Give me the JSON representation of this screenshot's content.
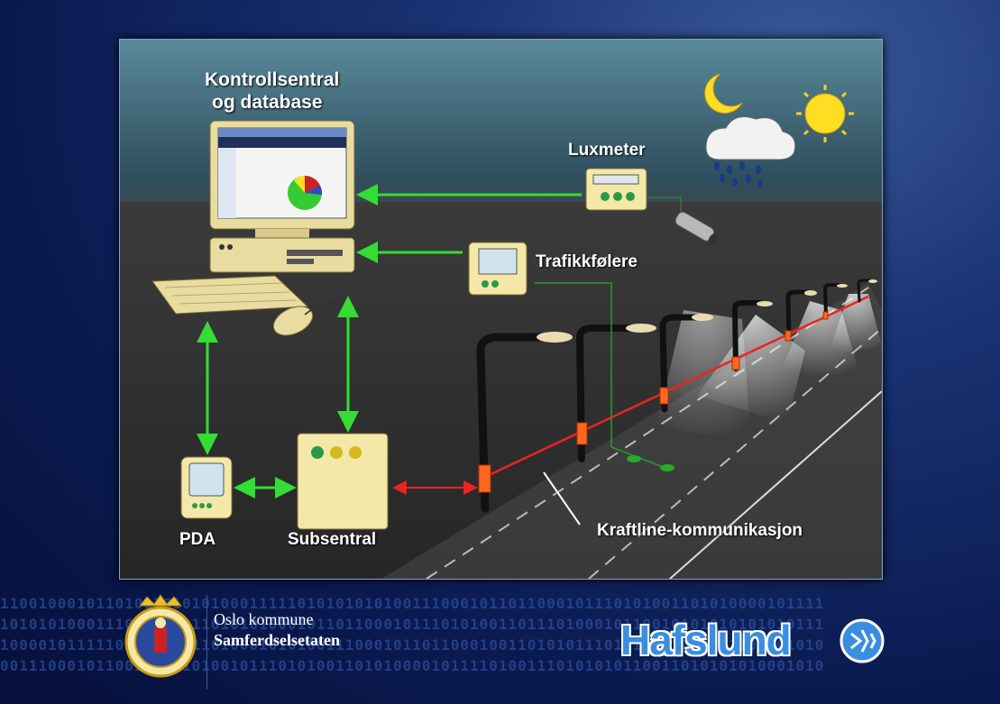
{
  "labels": {
    "control_line1": "Kontrollsentral",
    "control_line2": "og database",
    "luxmeter": "Luxmeter",
    "traffic_sensors": "Trafikkfølere",
    "pda": "PDA",
    "subsentral": "Subsentral",
    "powerline": "Kraftline-kommunikasjon"
  },
  "footer": {
    "binary_rows": [
      "11001000101101011010101000111110101010101001110001011011000101110101001101010000101111",
      "10101010001110010100110101010001011011000101110101001101110100010110010101010101010111",
      "10000101111101001100110100010101001110001011011000100110101011101010101000111101001010",
      "00111000101100111101010010111010100110101000010111101001110101010110011010101010001010"
    ],
    "org_name": "Oslo kommune",
    "org_unit": "Samferdselsetaten",
    "partner": "Hafslund"
  },
  "colors": {
    "green_arrow": "#33dd33",
    "red_arrow": "#ee2222",
    "sky": "#5a8a9a",
    "ground": "#2a2a2a",
    "device": "#f4e8a8"
  },
  "icons": [
    "moon-icon",
    "cloud-rain-icon",
    "sun-icon",
    "sensor-camera-icon",
    "oslo-seal-icon",
    "hafslund-logo-icon"
  ]
}
